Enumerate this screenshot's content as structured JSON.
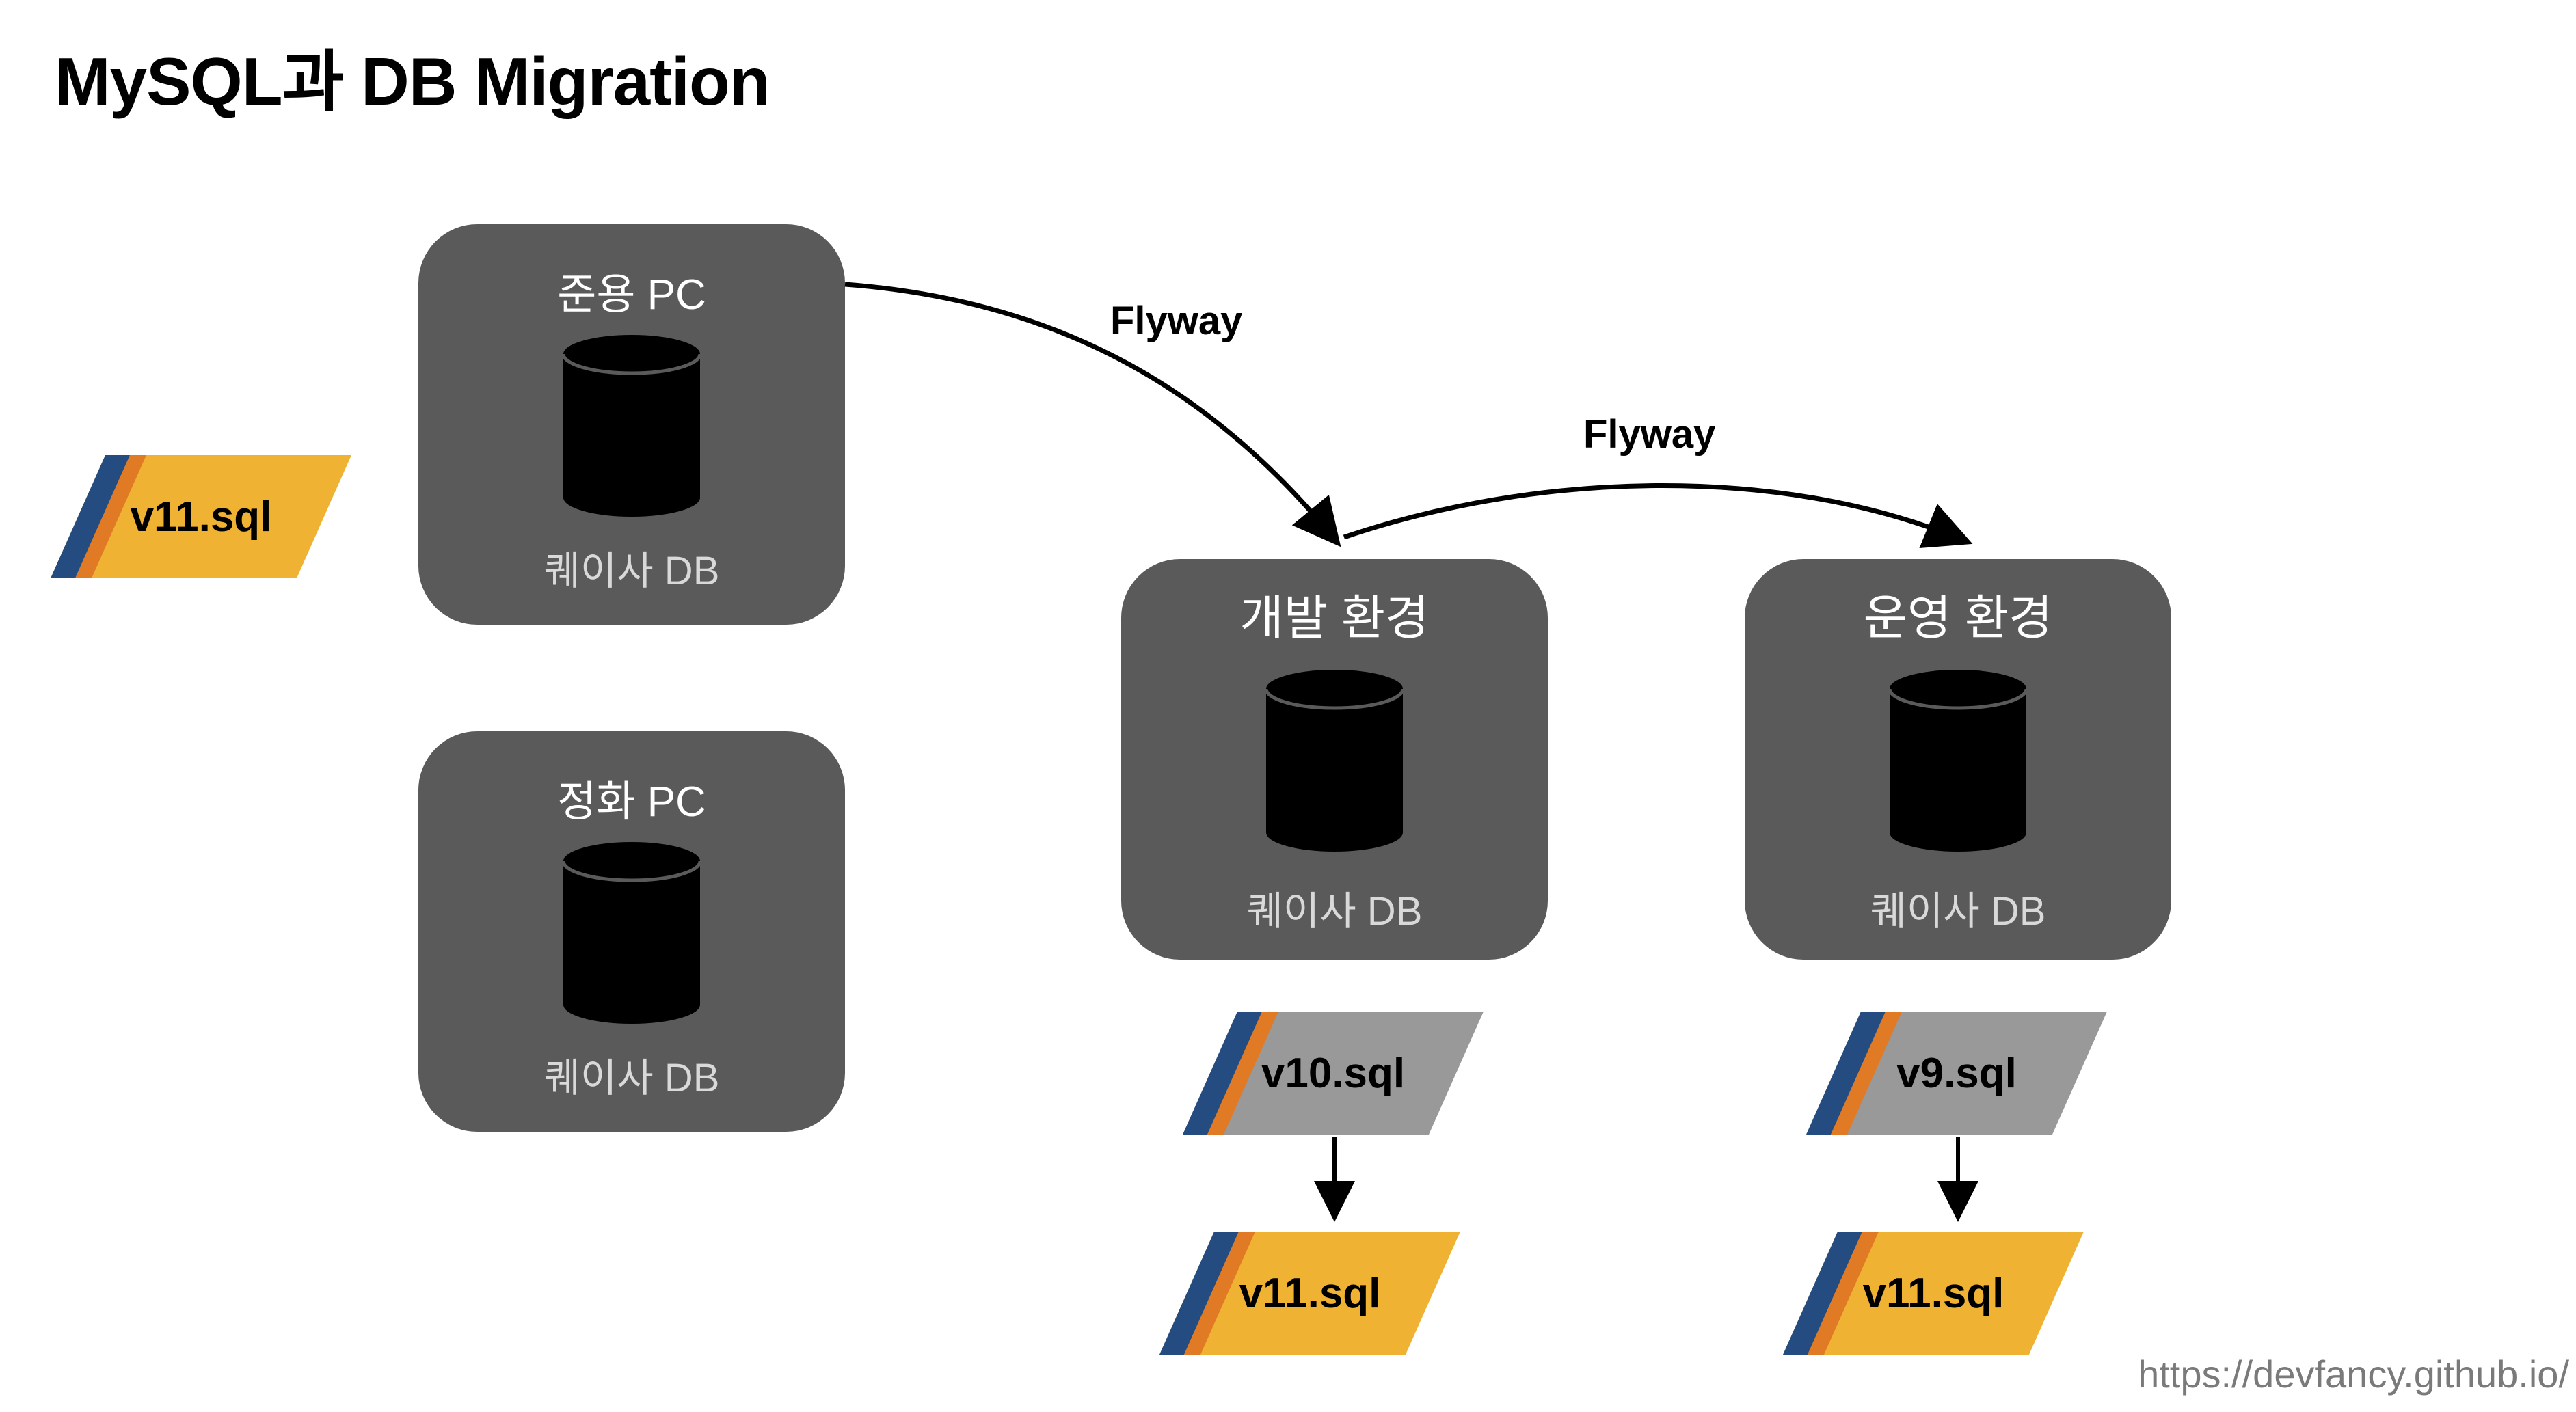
{
  "title": "MySQL과 DB Migration",
  "boxes": {
    "junyong": {
      "label": "준용 PC",
      "db": "퀘이사 DB"
    },
    "jeonghwa": {
      "label": "정화 PC",
      "db": "퀘이사 DB"
    },
    "dev": {
      "label": "개발 환경",
      "db": "퀘이사 DB"
    },
    "prod": {
      "label": "운영 환경",
      "db": "퀘이사 DB"
    }
  },
  "files": {
    "local": "v11.sql",
    "dev_current": "v10.sql",
    "dev_next": "v11.sql",
    "prod_current": "v9.sql",
    "prod_next": "v11.sql"
  },
  "arrows": {
    "flyway_1": "Flyway",
    "flyway_2": "Flyway"
  },
  "footer": {
    "url": "https://devfancy.github.io/"
  },
  "colors": {
    "box": "#5a5a5a",
    "cylinder": "#000000",
    "file_new": "#f0b232",
    "file_old": "#999999",
    "stripe_blue": "#244c80",
    "stripe_orange": "#e07a25"
  }
}
